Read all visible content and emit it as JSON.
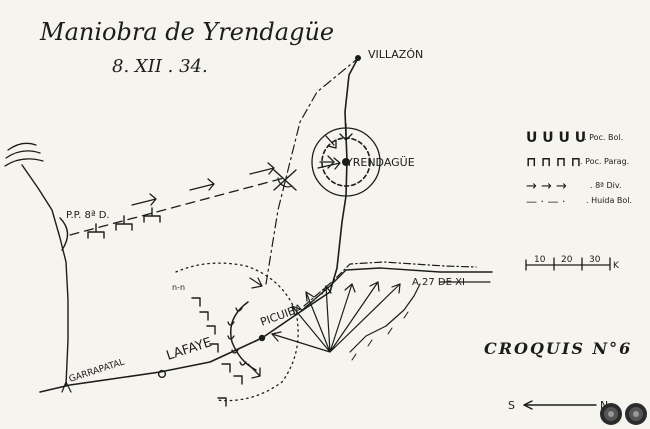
{
  "title": "Maniobra de Yrendagüe",
  "date": "8. XII . 34.",
  "places": {
    "villazon": "VILLAZÓN",
    "yrendague": "YRENDAGÜE",
    "picuiba": "PICUIBA",
    "lafaye": "LAFAYE",
    "garrapatal": "GARRAPATAL"
  },
  "labels": {
    "pp8d": "P.P. 8ª D.",
    "n_small": "n-n",
    "a27": "A 27 DE XI"
  },
  "legend": {
    "items": [
      {
        "symbol": "U U U U",
        "label": ". Poc. Bol."
      },
      {
        "symbol": "⊓ ⊓ ⊓ ⊓",
        "label": ". Poc. Parag."
      },
      {
        "symbol": "→ → →",
        "label": ". 8ª Div."
      },
      {
        "symbol": "— · — ·",
        "label": ". Huida Bol."
      }
    ]
  },
  "scale": {
    "ticks": [
      "10",
      "20",
      "30"
    ],
    "unit": "K"
  },
  "croquis": "CROQUIS N°6",
  "compass": {
    "south": "S",
    "north": "N"
  },
  "colors": {
    "ink": "#1c1c1c",
    "paper": "#f6f4ee"
  }
}
